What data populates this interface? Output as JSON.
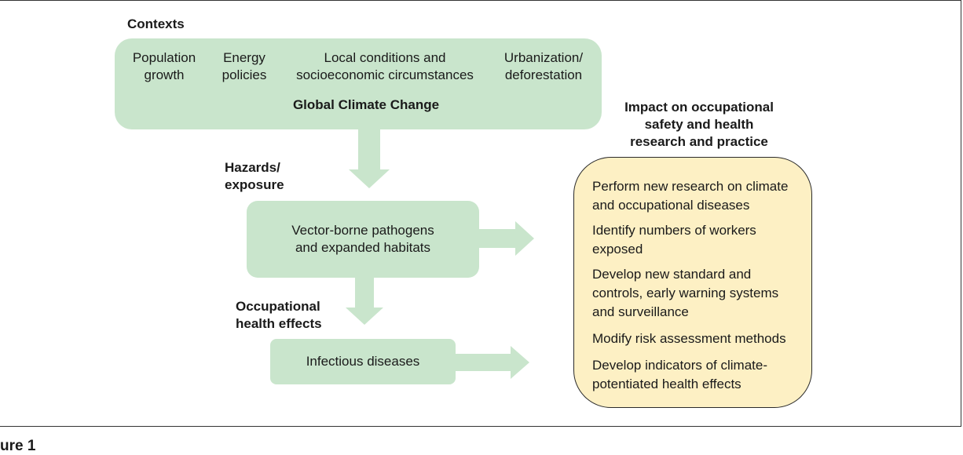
{
  "contexts_heading": "Contexts",
  "contexts": [
    {
      "line1": "Population",
      "line2": "growth"
    },
    {
      "line1": "Energy",
      "line2": "policies"
    },
    {
      "line1": "Local conditions and",
      "line2": "socioeconomic circumstances"
    },
    {
      "line1": "Urbanization/",
      "line2": "deforestation"
    }
  ],
  "global_change": "Global Climate Change",
  "hazards_label": {
    "line1": "Hazards/",
    "line2": "exposure"
  },
  "hazard_box": {
    "line1": "Vector-borne pathogens",
    "line2": "and expanded habitats"
  },
  "health_label": {
    "line1": "Occupational",
    "line2": "health effects"
  },
  "effect_box": "Infectious diseases",
  "impact_heading": {
    "line1": "Impact on occupational",
    "line2": "safety and health",
    "line3": "research and practice"
  },
  "impact_items": [
    {
      "line1": "Perform new research on climate",
      "line2": "and occupational diseases"
    },
    {
      "line1": "Identify numbers of workers",
      "line2": "exposed"
    },
    {
      "line1": "Develop new standard and",
      "line2": "controls, early warning systems",
      "line3": "and surveillance"
    },
    {
      "line1": "Modify risk assessment methods"
    },
    {
      "line1": "Develop indicators of climate-",
      "line2": "potentiated health effects"
    }
  ],
  "figure_caption": "ure 1",
  "colors": {
    "green": "#c9e5cc",
    "yellow": "#fdf0c4"
  }
}
